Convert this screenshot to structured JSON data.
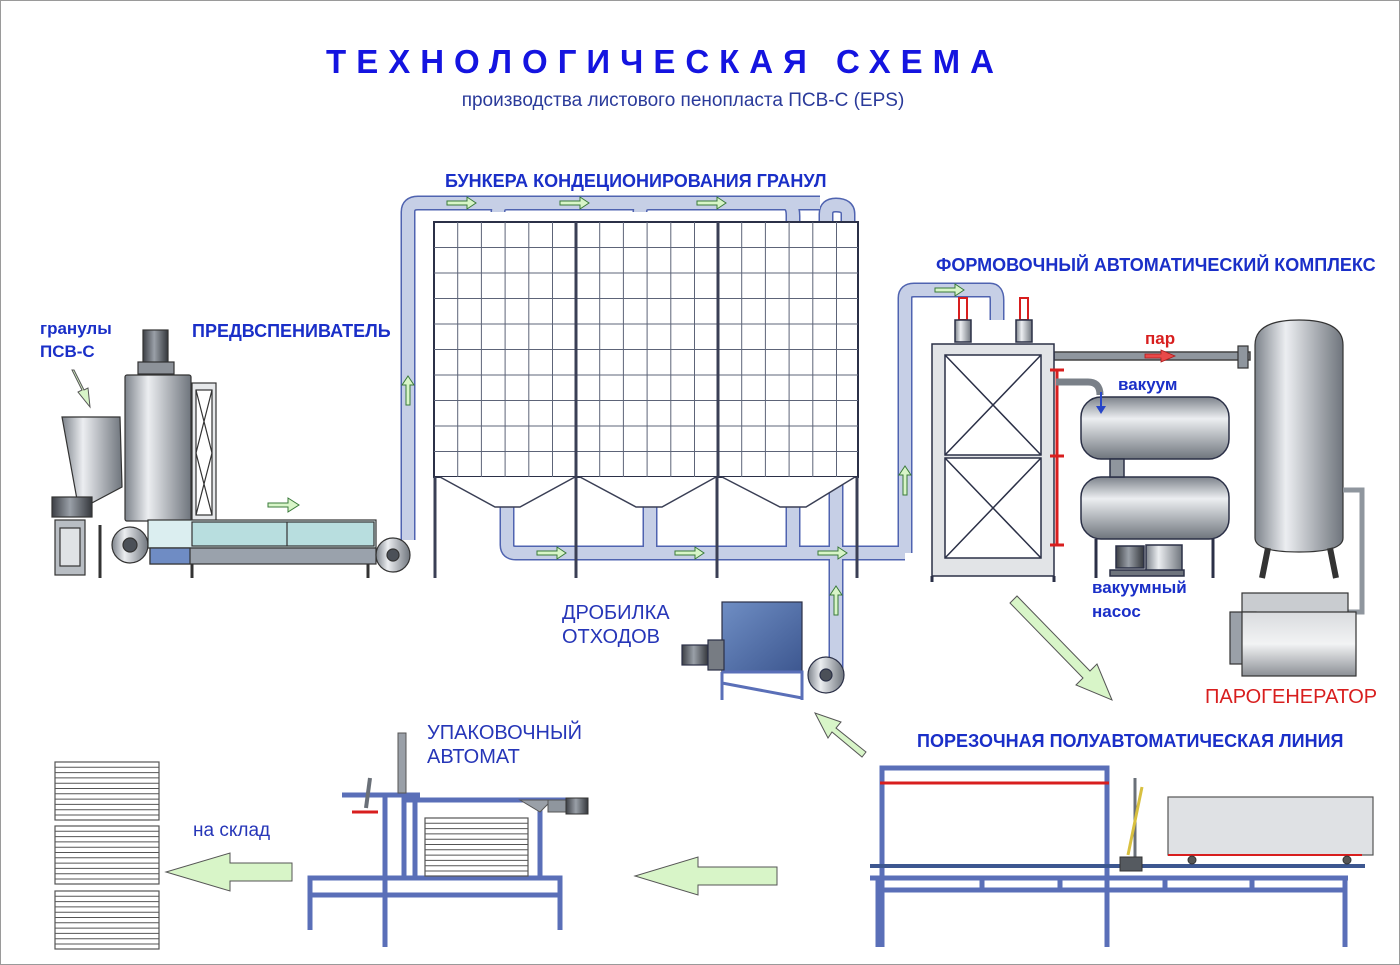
{
  "title": "ТЕХНОЛОГИЧЕСКАЯ СХЕМА",
  "subtitle": "производства листового пенопласта ПСВ-С (EPS)",
  "labels": {
    "granules": [
      "гранулы",
      "ПСВ-С"
    ],
    "pre_expander": "ПРЕДВСПЕНИВАТЕЛЬ",
    "bunkers": "БУНКЕРА КОНДЕЦИОНИРОВАНИЯ ГРАНУЛ",
    "molding": "ФОРМОВОЧНЫЙ АВТОМАТИЧЕСКИЙ КОМПЛЕКС",
    "steam": "пар",
    "vacuum": "вакуум",
    "vacuum_pump": [
      "вакуумный",
      "насос"
    ],
    "steam_generator": "ПАРОГЕНЕРАТОР",
    "crusher": [
      "ДРОБИЛКА",
      "ОТХОДОВ"
    ],
    "packing": [
      "УПАКОВОЧНЫЙ",
      "АВТОМАТ"
    ],
    "to_warehouse": "на склад",
    "cutting_line": "ПОРЕЗОЧНАЯ ПОЛУАВТОМАТИЧЕСКАЯ ЛИНИЯ"
  },
  "colors": {
    "title": "#1414e0",
    "label": "#1a2fc8",
    "accent_red": "#d81e1e",
    "pipe": "#c6cfe6",
    "pipe_edge": "#4f63b0",
    "arrow": "#d8f5c8",
    "frame_blue": "#5a6fb8",
    "metal": "#a8aeb6"
  }
}
